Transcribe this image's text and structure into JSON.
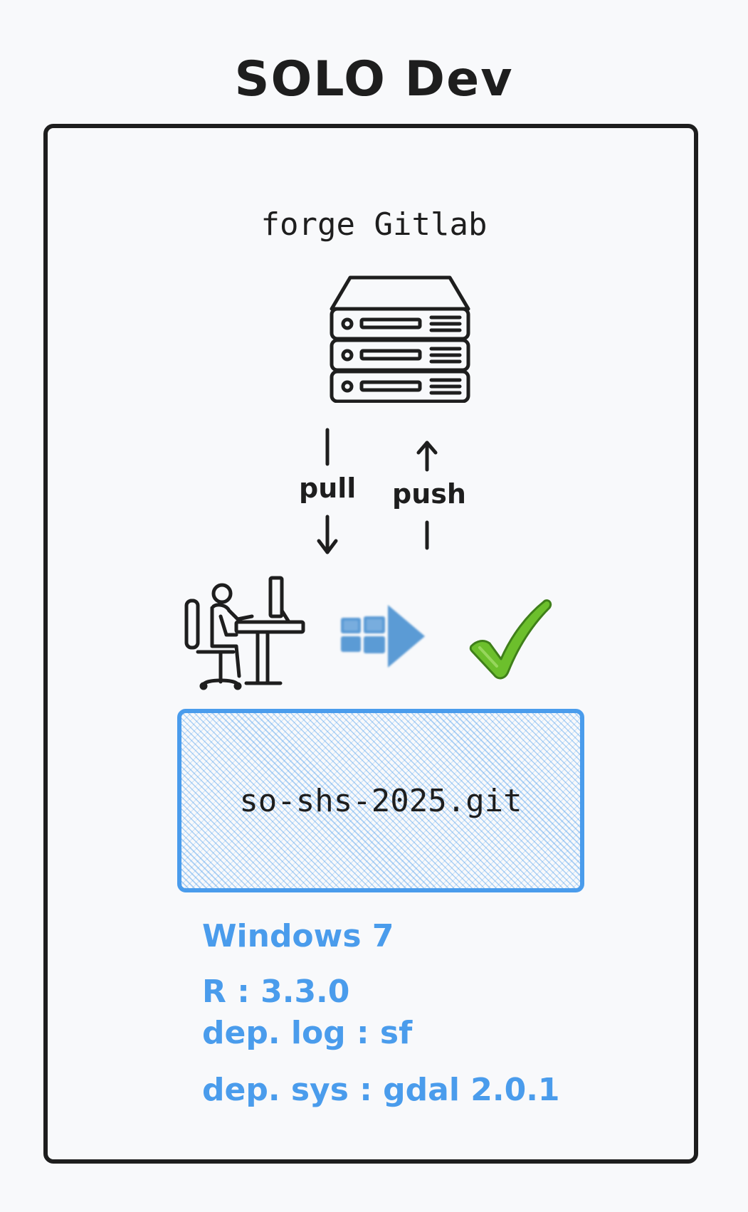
{
  "title": "SOLO Dev",
  "forge_label": "forge Gitlab",
  "pull_label": "pull",
  "push_label": "push",
  "repo_label": "so-shs-2025.git",
  "environment": {
    "os": "Windows 7",
    "r_version": "R : 3.3.0",
    "dep_log": "dep. log : sf",
    "dep_sys": "dep. sys : gdal 2.0.1"
  },
  "icons": {
    "server": "server-rack-icon",
    "developer": "developer-at-desk-icon",
    "windows": "windows-logo-icon",
    "check": "check-mark-icon"
  },
  "colors": {
    "ink": "#1e1e1e",
    "accent_blue": "#4a9cec",
    "windows_blue": "#5b9bd5",
    "check_green": "#6cbf2c",
    "background": "#f8f9fb"
  }
}
